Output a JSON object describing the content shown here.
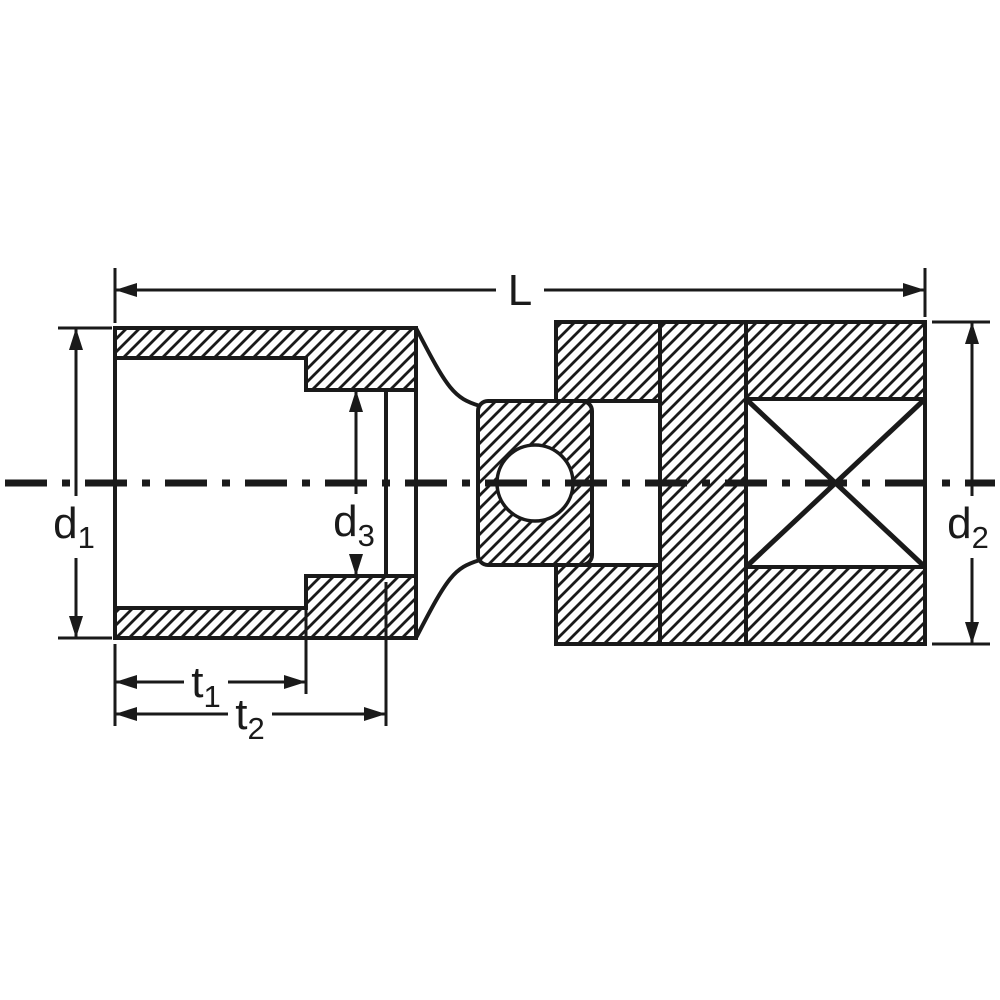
{
  "labels": {
    "length": "L",
    "d1": {
      "base": "d",
      "sub": "1"
    },
    "d2": {
      "base": "d",
      "sub": "2"
    },
    "d3": {
      "base": "d",
      "sub": "3"
    },
    "t1": {
      "base": "t",
      "sub": "1"
    },
    "t2": {
      "base": "t",
      "sub": "2"
    }
  },
  "colors": {
    "ink": "#1a1a1a",
    "background": "#ffffff"
  }
}
